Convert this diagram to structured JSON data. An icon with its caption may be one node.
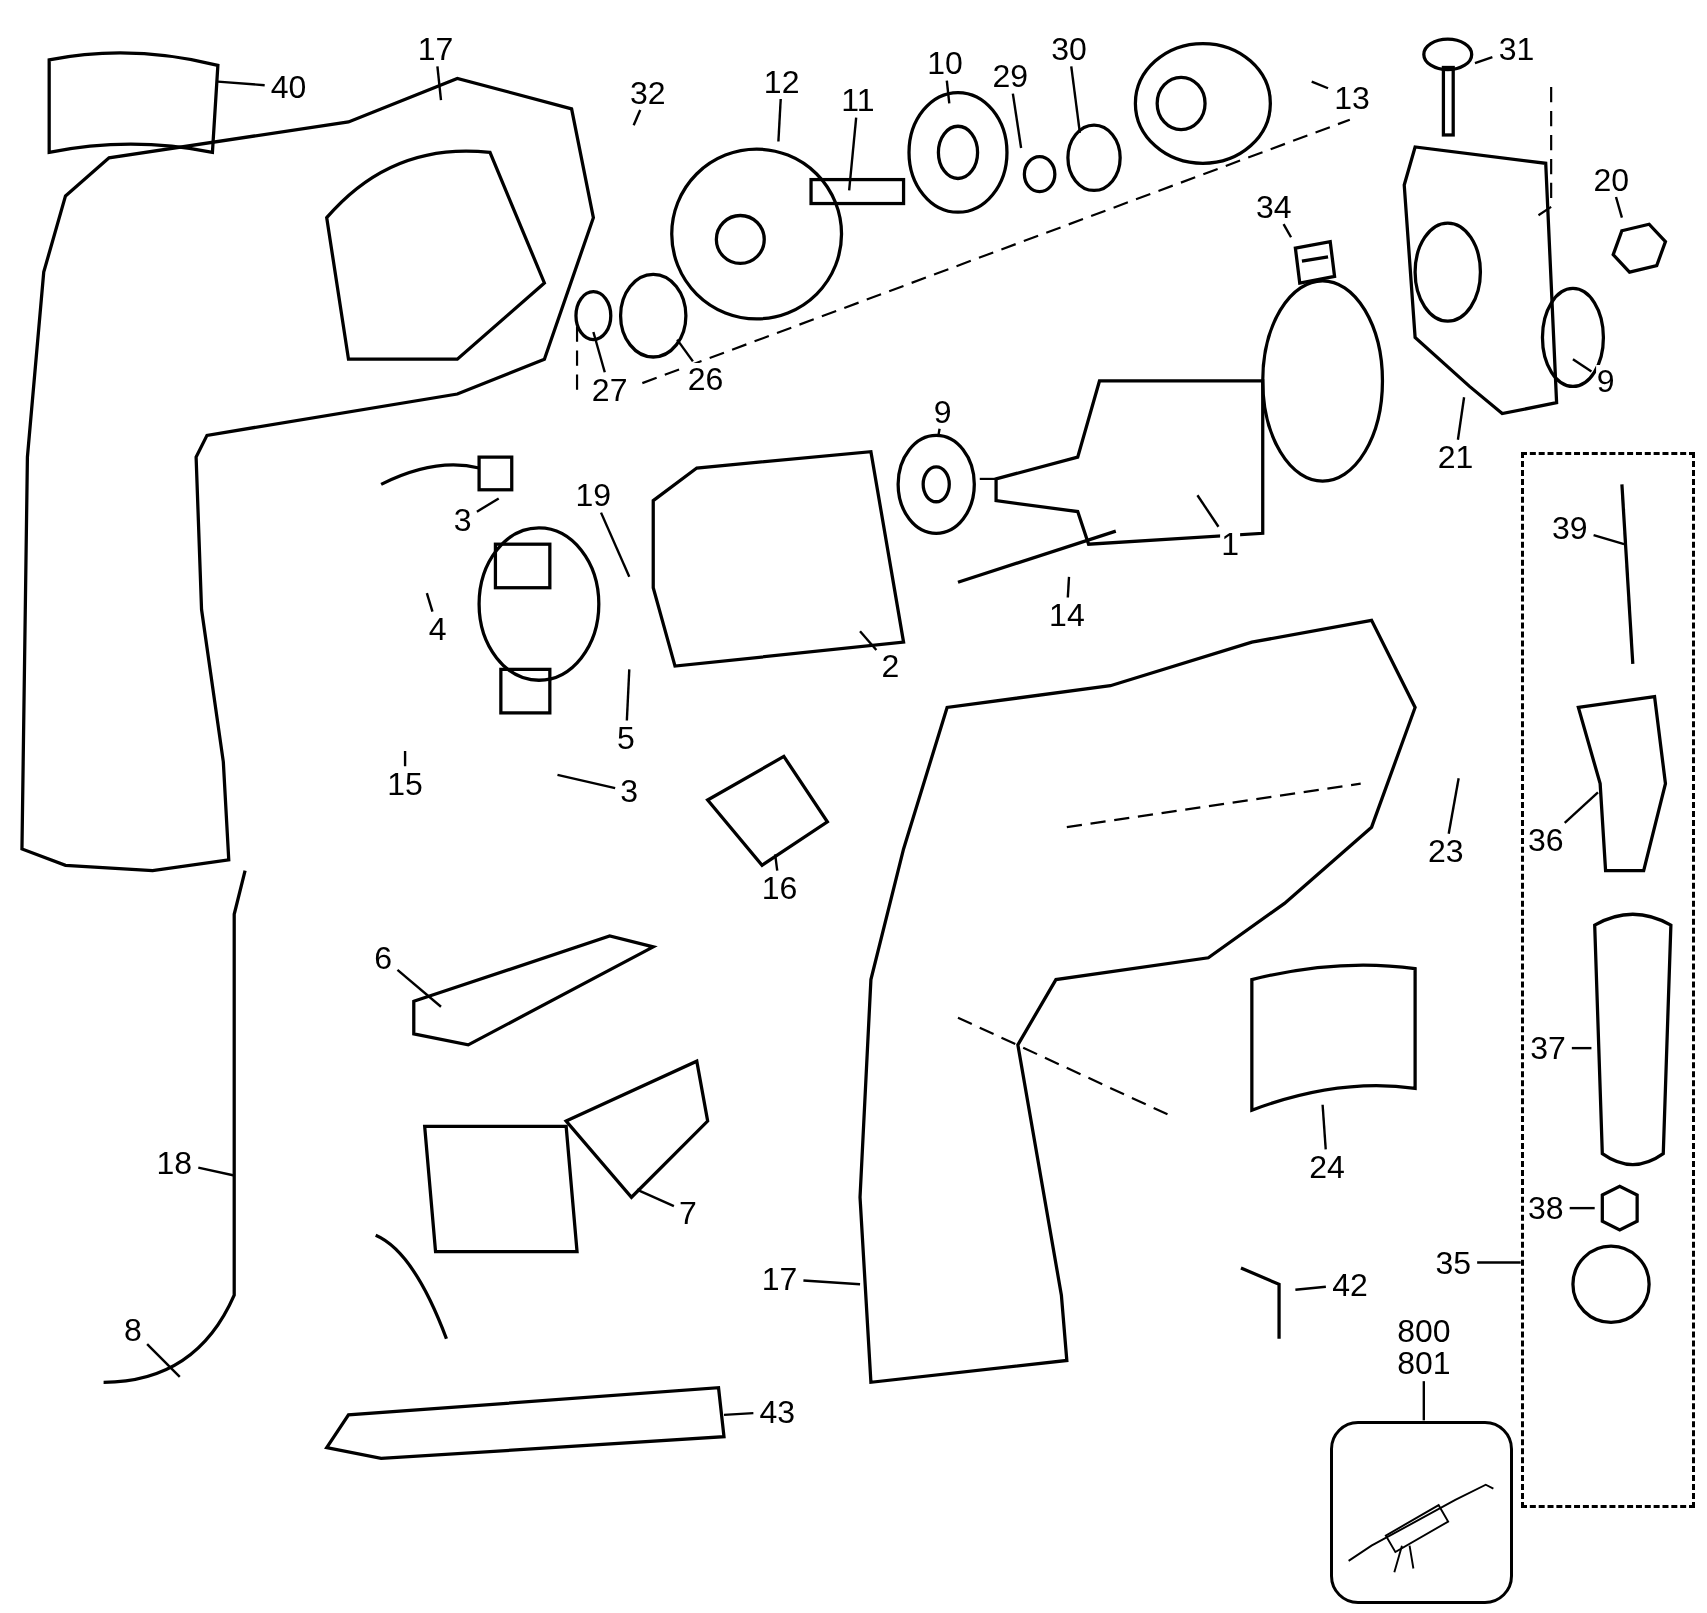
{
  "diagram": {
    "nodes": [
      {
        "text": [
          "40"
        ]
      },
      {
        "text": [
          "17"
        ]
      },
      {
        "text": [
          "32"
        ]
      },
      {
        "text": [
          "12"
        ]
      },
      {
        "text": [
          "11"
        ]
      },
      {
        "text": [
          "10"
        ]
      },
      {
        "text": [
          "29"
        ]
      },
      {
        "text": [
          "30"
        ]
      },
      {
        "text": [
          "13"
        ]
      },
      {
        "text": [
          "31"
        ]
      },
      {
        "text": [
          "34"
        ]
      },
      {
        "text": [
          "20"
        ]
      },
      {
        "text": [
          "9"
        ]
      },
      {
        "text": [
          "21"
        ]
      },
      {
        "text": [
          "27"
        ]
      },
      {
        "text": [
          "26"
        ]
      },
      {
        "text": [
          "9"
        ]
      },
      {
        "text": [
          "1"
        ]
      },
      {
        "text": [
          "39"
        ],
        "in": 43
      },
      {
        "text": [
          "3"
        ]
      },
      {
        "text": [
          "19"
        ]
      },
      {
        "text": [
          "4"
        ]
      },
      {
        "text": [
          "14"
        ]
      },
      {
        "text": [
          "2"
        ]
      },
      {
        "text": [
          "5"
        ]
      },
      {
        "text": [
          "15"
        ]
      },
      {
        "text": [
          "3"
        ]
      },
      {
        "text": [
          "16"
        ]
      },
      {
        "text": [
          "23"
        ]
      },
      {
        "text": [
          "36"
        ],
        "in": 43
      },
      {
        "text": [
          "6"
        ]
      },
      {
        "text": [
          "37"
        ],
        "in": 43
      },
      {
        "text": [
          "18"
        ]
      },
      {
        "text": [
          "7"
        ]
      },
      {
        "text": [
          "24"
        ]
      },
      {
        "text": [
          "38"
        ],
        "in": 43
      },
      {
        "text": [
          "8"
        ]
      },
      {
        "text": [
          "17"
        ]
      },
      {
        "text": [
          "42"
        ]
      },
      {
        "text": [
          "35"
        ]
      },
      {
        "text": [
          "800",
          "801"
        ]
      },
      {
        "text": [
          "43"
        ]
      },
      {
        "text": [],
        "shape": "picture"
      },
      {
        "text": [],
        "shape": "box"
      }
    ],
    "edges": [
      {
        "from": 0,
        "to": null,
        "arrow": "none"
      },
      {
        "from": 1,
        "to": null,
        "arrow": "none"
      },
      {
        "from": 2,
        "to": null,
        "arrow": "none"
      },
      {
        "from": 3,
        "to": null,
        "arrow": "none"
      },
      {
        "from": 4,
        "to": null,
        "arrow": "none"
      },
      {
        "from": 5,
        "to": null,
        "arrow": "none"
      },
      {
        "from": 6,
        "to": null,
        "arrow": "none"
      },
      {
        "from": 7,
        "to": null,
        "arrow": "none"
      },
      {
        "from": 8,
        "to": null,
        "arrow": "none"
      },
      {
        "from": 9,
        "to": null,
        "arrow": "none"
      },
      {
        "from": 10,
        "to": null,
        "arrow": "none"
      },
      {
        "from": 11,
        "to": null,
        "arrow": "none"
      },
      {
        "from": 12,
        "to": null,
        "arrow": "none"
      },
      {
        "from": 13,
        "to": null,
        "arrow": "none"
      },
      {
        "from": 14,
        "to": null,
        "arrow": "none"
      },
      {
        "from": 15,
        "to": null,
        "arrow": "none"
      },
      {
        "from": 16,
        "to": null,
        "arrow": "none"
      },
      {
        "from": 17,
        "to": null,
        "arrow": "none"
      },
      {
        "from": 18,
        "to": null,
        "arrow": "none"
      },
      {
        "from": 19,
        "to": null,
        "arrow": "none"
      },
      {
        "from": 20,
        "to": null,
        "arrow": "none"
      },
      {
        "from": 21,
        "to": null,
        "arrow": "none"
      },
      {
        "from": 22,
        "to": null,
        "arrow": "none"
      },
      {
        "from": 23,
        "to": null,
        "arrow": "none"
      },
      {
        "from": 24,
        "to": null,
        "arrow": "none"
      },
      {
        "from": 25,
        "to": null,
        "arrow": "none"
      },
      {
        "from": 26,
        "to": null,
        "arrow": "none"
      },
      {
        "from": 27,
        "to": null,
        "arrow": "none"
      },
      {
        "from": 28,
        "to": null,
        "arrow": "none"
      },
      {
        "from": 29,
        "to": null,
        "arrow": "none"
      },
      {
        "from": 30,
        "to": null,
        "arrow": "none"
      },
      {
        "from": 31,
        "to": null,
        "arrow": "none"
      },
      {
        "from": 32,
        "to": null,
        "arrow": "none"
      },
      {
        "from": 33,
        "to": null,
        "arrow": "none"
      },
      {
        "from": 34,
        "to": null,
        "arrow": "none"
      },
      {
        "from": 35,
        "to": null,
        "arrow": "none"
      },
      {
        "from": 36,
        "to": null,
        "arrow": "none"
      },
      {
        "from": 37,
        "to": null,
        "arrow": "none"
      },
      {
        "from": 38,
        "to": null,
        "arrow": "none"
      },
      {
        "from": 39,
        "to": 43,
        "arrow": "none"
      },
      {
        "from": 40,
        "to": 42,
        "arrow": "none"
      },
      {
        "from": 41,
        "to": null,
        "arrow": "none"
      }
    ]
  }
}
